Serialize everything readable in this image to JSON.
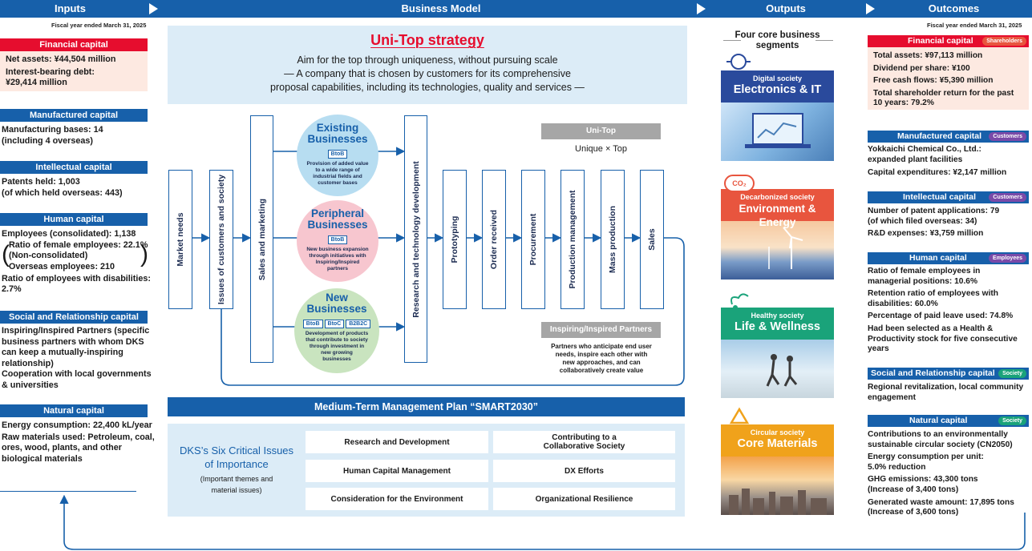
{
  "header": {
    "inputs": "Inputs",
    "business_model": "Business Model",
    "outputs": "Outputs",
    "outcomes": "Outcomes"
  },
  "fiscal_year_note": "Fiscal year ended March 31, 2025",
  "inputs": {
    "financial": {
      "title": "Financial capital",
      "lines": [
        "Net assets: ¥44,504 million",
        "Interest-bearing debt:",
        "¥29,414 million"
      ]
    },
    "manufactured": {
      "title": "Manufactured capital",
      "lines": [
        "Manufacturing bases: 14",
        "(including 4 overseas)"
      ]
    },
    "intellectual": {
      "title": "Intellectual capital",
      "lines": [
        "Patents held: 1,003",
        "(of which held overseas: 443)"
      ]
    },
    "human": {
      "title": "Human capital",
      "line1": "Employees (consolidated): 1,138",
      "b1": "Ratio of female employees: 22.1%",
      "b2": "(Non-consolidated)",
      "b3": "Overseas employees: 210",
      "line_last1": "Ratio of employees with disabilities:",
      "line_last2": "2.7%"
    },
    "social": {
      "title": "Social and Relationship capital",
      "lines": [
        "Inspiring/Inspired Partners (specific",
        "business partners with whom DKS",
        "can keep a mutually-inspiring",
        "relationship)",
        "Cooperation with local governments",
        "& universities"
      ]
    },
    "natural": {
      "title": "Natural capital",
      "lines": [
        "Energy consumption: 22,400 kL/year",
        "Raw materials used: Petroleum, coal,",
        "ores, wood, plants, and other",
        "biological materials"
      ]
    }
  },
  "strategy": {
    "title": "Uni-Top strategy",
    "line1": "Aim for the top through uniqueness, without  pursuing scale",
    "line2": "— A company that is chosen by customers for  its comprehensive",
    "line3": "proposal capabilities, including its technologies, quality and services —"
  },
  "process": {
    "market_needs": "Market needs",
    "issues": "Issues of customers and society",
    "sales_marketing": "Sales and marketing",
    "rnd": "Research and technology development",
    "prototyping": "Prototyping",
    "order_received": "Order received",
    "procurement": "Procurement",
    "production_mgmt": "Production management",
    "mass_production": "Mass production",
    "sales": "Sales"
  },
  "businesses": {
    "existing": {
      "title1": "Existing",
      "title2": "Businesses",
      "tag1": "BtoB",
      "d1": "Provision of added value",
      "d2": "to a wide range of",
      "d3": "industrial fields and",
      "d4": "customer bases"
    },
    "peripheral": {
      "title1": "Peripheral",
      "title2": "Businesses",
      "tag1": "BtoB",
      "d1": "New business expansion",
      "d2": "through initiatives with",
      "d3": "Inspiring/Inspired",
      "d4": "partners"
    },
    "new": {
      "title1": "New",
      "title2": "Businesses",
      "tag1": "BtoB",
      "tag2": "BtoC",
      "tag3": "B2B2C",
      "d1": "Development of products",
      "d2": "that contribute to society",
      "d3": "through investment in",
      "d4": "new growing",
      "d5": "businesses"
    }
  },
  "unitop": {
    "label": "Uni-Top",
    "sub": "Unique × Top"
  },
  "partners": {
    "label": "Inspiring/Inspired Partners",
    "d1": "Partners who anticipate end user",
    "d2": "needs, inspire each other with",
    "d3": "new approaches, and can",
    "d4": "collaboratively create value"
  },
  "mtp": {
    "title": "Medium-Term Management Plan “SMART2030”",
    "six1": "DKS’s Six Critical Issues",
    "six2": "of Importance",
    "six3": "(Important themes and",
    "six4": "material issues)",
    "issues": [
      "Research and Development",
      "Contributing to a",
      "Collaborative Society",
      "Human Capital Management",
      "DX Efforts",
      "Consideration for the Environment",
      "Organizational Resilience"
    ]
  },
  "outputs": {
    "four1": "Four core business",
    "four2": "segments",
    "seg": [
      {
        "small": "Digital society",
        "big": "Electronics & IT",
        "color": "#2a4a9c"
      },
      {
        "small": "Decarbonized society",
        "big": "Environment & Energy",
        "color": "#e8553e"
      },
      {
        "small": "Healthy society",
        "big": "Life & Wellness",
        "color": "#1aa37a"
      },
      {
        "small": "Circular society",
        "big": "Core Materials",
        "color": "#f0a21b"
      }
    ],
    "co2": "CO₂"
  },
  "outcomes": {
    "financial": {
      "title": "Financial capital",
      "pill": "Shareholders",
      "lines": [
        "Total assets: ¥97,113 million",
        "Dividend per share: ¥100",
        "Free cash flows: ¥5,390 million",
        "Total shareholder return for the past",
        "10 years: 79.2%"
      ]
    },
    "manufactured": {
      "title": "Manufactured capital",
      "pill": "Customers",
      "lines": [
        "Yokkaichi Chemical Co., Ltd.:",
        "expanded plant facilities",
        "Capital expenditures: ¥2,147 million"
      ]
    },
    "intellectual": {
      "title": "Intellectual capital",
      "pill": "Customers",
      "lines": [
        "Number of patent applications: 79",
        "(of which filed overseas: 34)",
        "R&D expenses: ¥3,759 million"
      ]
    },
    "human": {
      "title": "Human capital",
      "pill": "Employees",
      "lines": [
        "Ratio of female employees in",
        "managerial positions: 10.6%",
        "Retention ratio of employees with",
        "disabilities: 60.0%",
        "Percentage of paid leave used: 74.8%",
        "Had been selected as a Health &",
        "Productivity stock for five consecutive",
        "years"
      ]
    },
    "social": {
      "title": "Social and Relationship capital",
      "pill": "Society",
      "lines": [
        "Regional revitalization, local community",
        "engagement"
      ]
    },
    "natural": {
      "title": "Natural capital",
      "pill": "Society",
      "lines": [
        "Contributions to an environmentally",
        "sustainable circular society (CN2050)",
        "Energy consumption per unit:",
        "5.0% reduction",
        "GHG emissions: 43,300 tons",
        "(Increase of 3,400 tons)",
        "Generated waste amount: 17,895 tons",
        "(Increase of 3,600 tons)"
      ]
    }
  },
  "colors": {
    "blue": "#1760aa",
    "red": "#e60d2e",
    "green": "#1aa37a",
    "pillred": "#e8553e",
    "pillpurple": "#7a4aa8"
  }
}
